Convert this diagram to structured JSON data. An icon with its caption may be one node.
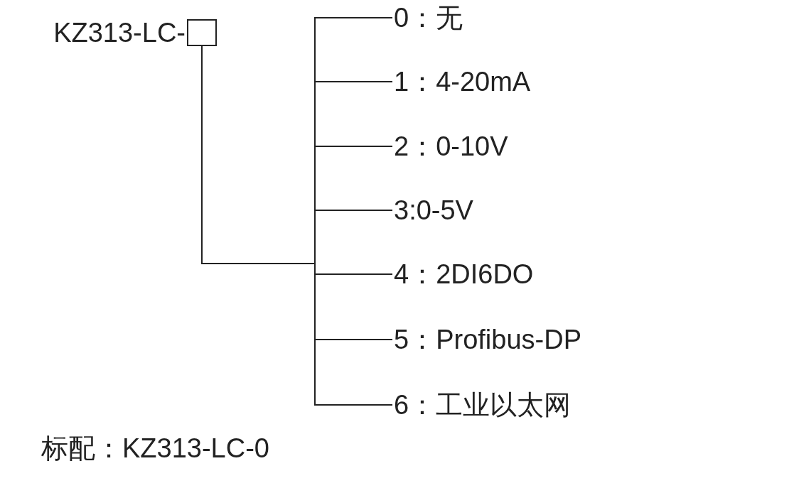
{
  "diagram": {
    "nodes": [
      {
        "text": [],
        "shape": "box",
        "beside": [
          "KZ313-LC-"
        ]
      },
      {
        "text": [
          "0：无"
        ]
      },
      {
        "text": [
          "1：4-20mA"
        ]
      },
      {
        "text": [
          "2：0-10V"
        ]
      },
      {
        "text": [
          "3:0-5V"
        ]
      },
      {
        "text": [
          "4：2DI6DO"
        ]
      },
      {
        "text": [
          "5：Profibus-DP"
        ]
      },
      {
        "text": [
          "6：工业以太网"
        ]
      }
    ],
    "edges": [
      {
        "from": 0,
        "to": 1,
        "arrow": "none"
      },
      {
        "from": 0,
        "to": 2,
        "arrow": "none"
      },
      {
        "from": 0,
        "to": 3,
        "arrow": "none"
      },
      {
        "from": 0,
        "to": 4,
        "arrow": "none"
      },
      {
        "from": 0,
        "to": 5,
        "arrow": "none"
      },
      {
        "from": 0,
        "to": 6,
        "arrow": "none"
      },
      {
        "from": 0,
        "to": 7,
        "arrow": "none"
      }
    ],
    "labels": [
      "标配：KZ313-LC-0"
    ]
  }
}
